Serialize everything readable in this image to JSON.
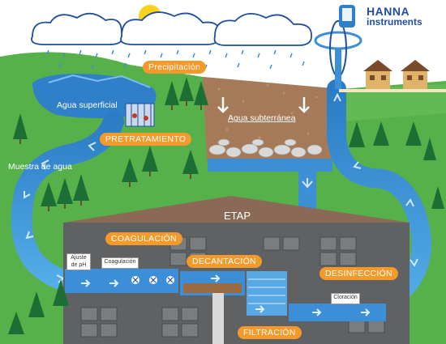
{
  "brand": {
    "line1": "HANNA",
    "line2": "instruments"
  },
  "labels": {
    "precipitacion": "Precipitación",
    "agua_superficial": "Agua superficial",
    "agua_subterranea": "Agua subterránea",
    "pretratamiento": "PRETRATAMIENTO",
    "muestra_agua": "Muestra de agua",
    "etap": "ETAP",
    "coagulacion_title": "COAGULACIÓN",
    "decantacion": "DECANTACIÓN",
    "desinfeccion": "DESINFECCIÓN",
    "filtracion": "FILTRACIÓN",
    "ajuste_ph": "Ajuste de pH",
    "coagulacion_box": "Coagulación",
    "cloracion": "Cloración"
  },
  "colors": {
    "sky": "#ffffff",
    "grass": "#56b04a",
    "water": "#2f7fc9",
    "label_orange": "#f39a2b",
    "building": "#5f6062",
    "roof": "#8a6a57",
    "soil": "#a67a58"
  }
}
